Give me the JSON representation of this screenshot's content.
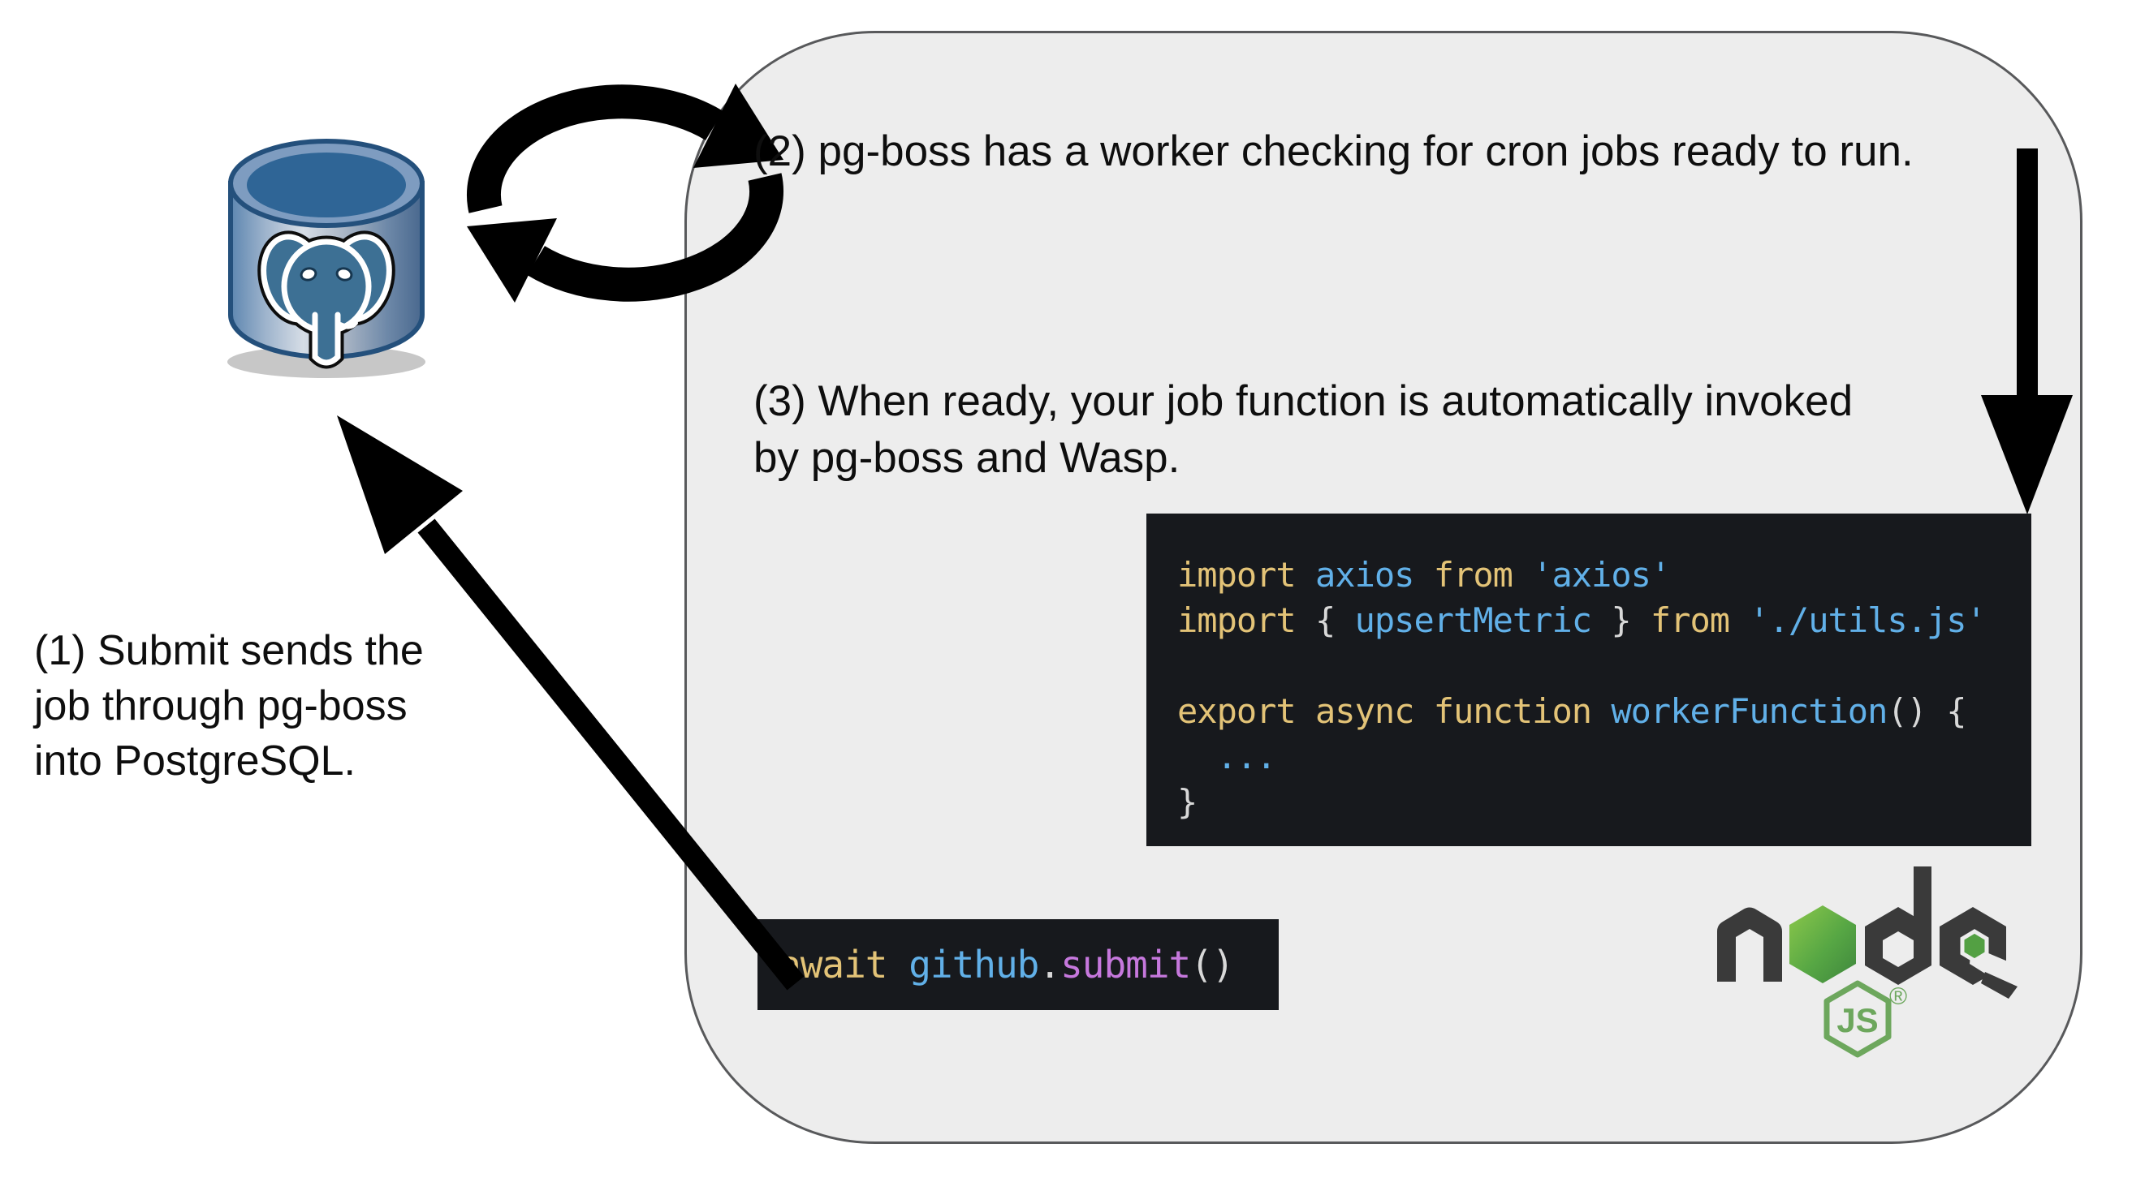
{
  "diagram": {
    "description-note": "pg-boss job flow diagram",
    "steps": {
      "step1": {
        "lines": [
          "(1) Submit sends the",
          "job through pg-boss",
          "into PostgreSQL."
        ]
      },
      "step2": {
        "text": "(2) pg-boss has a worker checking for cron jobs ready to run."
      },
      "step3": {
        "lines": [
          "(3) When ready, your job function is automatically invoked",
          "by pg-boss and Wasp."
        ]
      }
    },
    "code_main": {
      "lines": [
        [
          {
            "t": "import",
            "c": "kw"
          },
          {
            "t": " ",
            "c": "df"
          },
          {
            "t": "axios",
            "c": "id"
          },
          {
            "t": " ",
            "c": "df"
          },
          {
            "t": "from",
            "c": "kw"
          },
          {
            "t": " ",
            "c": "df"
          },
          {
            "t": "'axios'",
            "c": "str"
          }
        ],
        [
          {
            "t": "import",
            "c": "kw"
          },
          {
            "t": " ",
            "c": "df"
          },
          {
            "t": "{ ",
            "c": "pu"
          },
          {
            "t": "upsertMetric",
            "c": "id"
          },
          {
            "t": " }",
            "c": "pu"
          },
          {
            "t": " ",
            "c": "df"
          },
          {
            "t": "from",
            "c": "kw"
          },
          {
            "t": " ",
            "c": "df"
          },
          {
            "t": "'./utils.js'",
            "c": "str"
          }
        ],
        [],
        [
          {
            "t": "export",
            "c": "kw"
          },
          {
            "t": " ",
            "c": "df"
          },
          {
            "t": "async",
            "c": "kw"
          },
          {
            "t": " ",
            "c": "df"
          },
          {
            "t": "function",
            "c": "kw"
          },
          {
            "t": " ",
            "c": "df"
          },
          {
            "t": "workerFunction",
            "c": "id"
          },
          {
            "t": "()",
            "c": "pu"
          },
          {
            "t": " ",
            "c": "df"
          },
          {
            "t": "{",
            "c": "pu"
          }
        ],
        [
          {
            "t": "  ",
            "c": "df"
          },
          {
            "t": "...",
            "c": "str"
          }
        ],
        [
          {
            "t": "}",
            "c": "pu"
          }
        ]
      ]
    },
    "code_submit": {
      "tokens": [
        {
          "t": "await",
          "c": "kw"
        },
        {
          "t": " ",
          "c": "df"
        },
        {
          "t": "github",
          "c": "id"
        },
        {
          "t": ".",
          "c": "pu"
        },
        {
          "t": "submit",
          "c": "me"
        },
        {
          "t": "()",
          "c": "pu"
        }
      ]
    },
    "node_logo": {
      "js_label": "JS",
      "registered": "®"
    },
    "icons": {
      "postgres": "postgresql-database-icon",
      "cycle": "sync-arrows-icon",
      "nodejs": "nodejs-logo"
    },
    "colors": {
      "page_bg": "#ffffff",
      "box_bg": "#ededed",
      "box_border": "#58595b",
      "code_bg": "#17191d",
      "code_keyword": "#e3c377",
      "code_identifier": "#61b0e8",
      "code_string": "#61b0e8",
      "code_punct": "#d8d8d8",
      "code_method": "#c678dd",
      "arrow": "#000000",
      "node_dark": "#3a3a3a",
      "node_green": "#53a043",
      "postgres_blue": "#336791"
    }
  }
}
